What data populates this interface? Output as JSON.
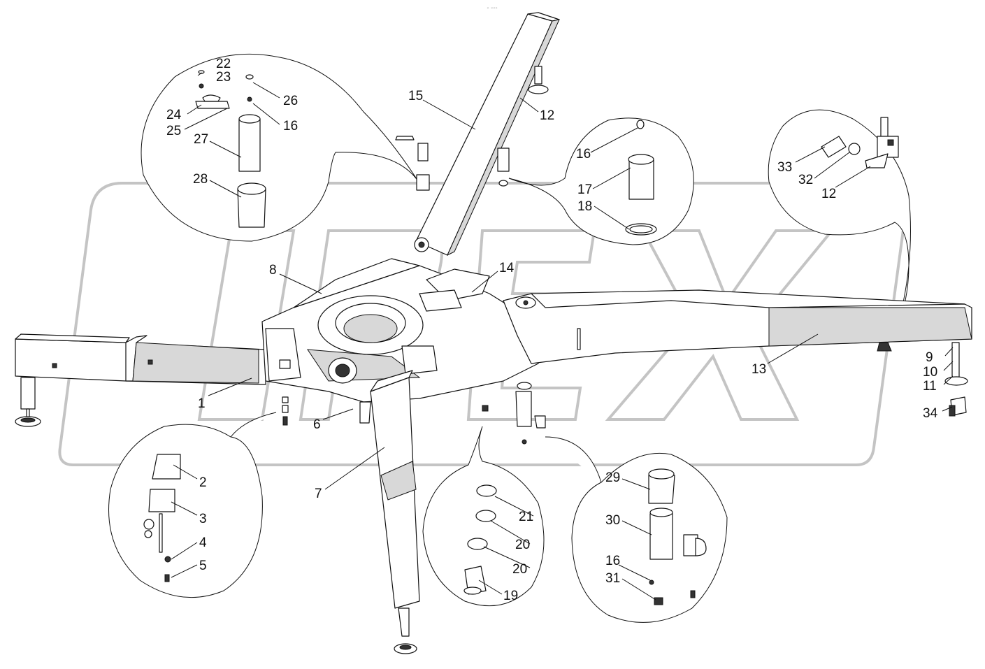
{
  "diagram": {
    "watermark": "ОРЕХ",
    "header_glyph": "◦ ◦◦◦",
    "labels": {
      "l1": "1",
      "l2": "2",
      "l3": "3",
      "l4": "4",
      "l5": "5",
      "l6": "6",
      "l7": "7",
      "l8": "8",
      "l9": "9",
      "l10": "10",
      "l11": "11",
      "l12a": "12",
      "l12b": "12",
      "l13": "13",
      "l14": "14",
      "l15": "15",
      "l16a": "16",
      "l16b": "16",
      "l16c": "16",
      "l17": "17",
      "l18": "18",
      "l19": "19",
      "l20a": "20",
      "l20b": "20",
      "l21": "21",
      "l22": "22",
      "l23": "23",
      "l24": "24",
      "l25": "25",
      "l26": "26",
      "l27": "27",
      "l28": "28",
      "l29": "29",
      "l30": "30",
      "l31": "31",
      "l32": "32",
      "l33": "33",
      "l34": "34"
    }
  }
}
